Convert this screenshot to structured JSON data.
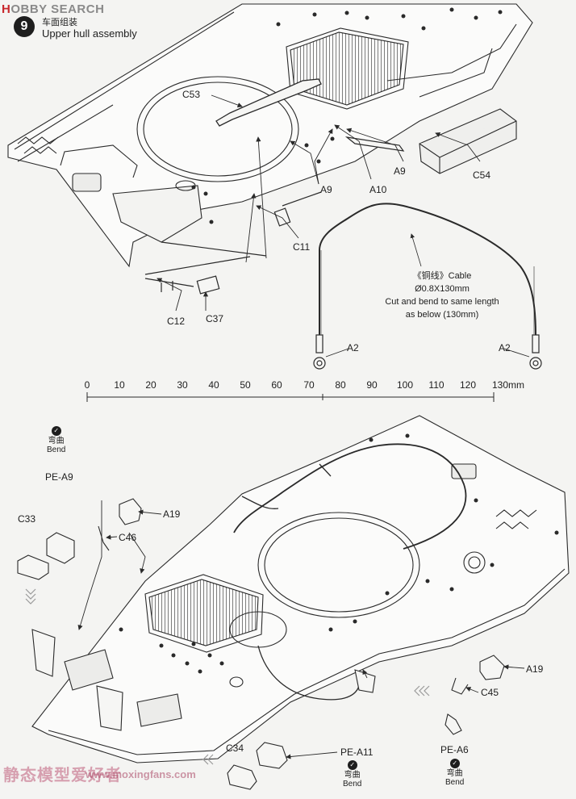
{
  "watermark": {
    "brand_prefix": "H",
    "brand_rest": "OBBY SEARCH",
    "bottom_cn": "静态模型爱好者",
    "bottom_url": "www.moxingfans.com"
  },
  "step": {
    "number": "9",
    "title_cn": "车面组装",
    "title": "Upper hull assembly"
  },
  "callouts_top": [
    "C53",
    "C54",
    "A9",
    "A9",
    "A10",
    "C11",
    "C12",
    "C37",
    "A2",
    "A2"
  ],
  "cable_note": {
    "line1": "《铜线》Cable",
    "line2": "Ø0.8X130mm",
    "line3": "Cut and bend to same length",
    "line4": "as below (130mm)"
  },
  "ruler": {
    "ticks": [
      "0",
      "10",
      "20",
      "30",
      "40",
      "50",
      "60",
      "70",
      "80",
      "90",
      "100",
      "110",
      "120",
      "130mm"
    ]
  },
  "callouts_bottom": [
    "PE-A9",
    "C33",
    "A19",
    "C46",
    "A19",
    "C45",
    "PE-A6",
    "C34",
    "PE-A11"
  ],
  "bend_label": {
    "cn": "弯曲",
    "en": "Bend"
  },
  "colors": {
    "line": "#2a2a2a",
    "paper": "#f4f4f2",
    "brand_red": "#c8282d"
  }
}
